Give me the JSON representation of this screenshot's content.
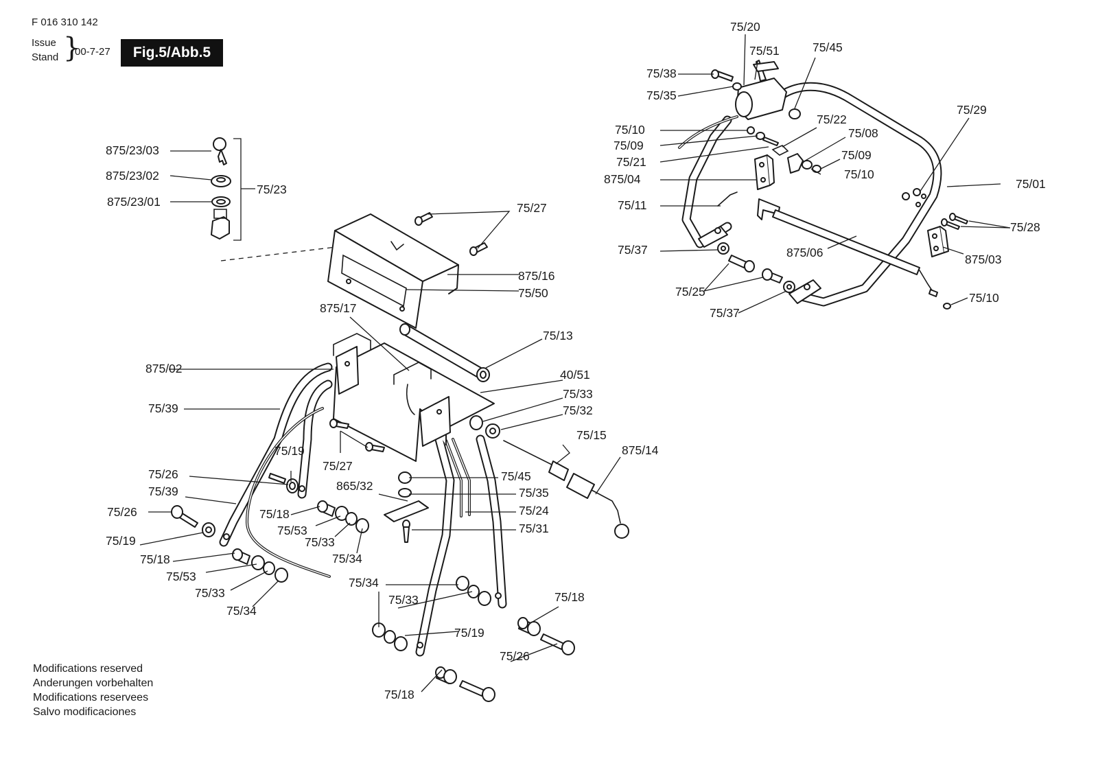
{
  "header": {
    "doc_number": "F 016 310 142",
    "issue_label": "Issue",
    "stand_label": "Stand",
    "issue_date": "00-7-27",
    "figure_badge": "Fig.5/Abb.5"
  },
  "notes": [
    "Modifications reserved",
    "Anderungen vorbehalten",
    "Modifications reservees",
    "Salvo modificaciones"
  ],
  "labels": [
    "875/23/03",
    "875/23/02",
    "875/23/01",
    "75/23",
    "75/27",
    "875/16",
    "75/50",
    "875/17",
    "75/13",
    "875/02",
    "40/51",
    "75/39",
    "75/33",
    "75/32",
    "75/15",
    "875/14",
    "75/19",
    "75/27",
    "75/26",
    "75/45",
    "865/32",
    "75/35",
    "75/39",
    "75/24",
    "75/18",
    "75/26",
    "75/31",
    "75/53",
    "75/33",
    "75/34",
    "75/19",
    "75/18",
    "75/53",
    "75/33",
    "75/34",
    "75/34",
    "75/33",
    "75/18",
    "75/19",
    "75/26",
    "75/18",
    "75/20",
    "75/51",
    "75/45",
    "75/38",
    "75/35",
    "75/29",
    "75/22",
    "75/10",
    "75/08",
    "75/09",
    "75/09",
    "75/21",
    "75/10",
    "875/04",
    "75/01",
    "75/11",
    "75/28",
    "75/37",
    "875/06",
    "875/03",
    "75/25",
    "75/37",
    "75/10"
  ]
}
